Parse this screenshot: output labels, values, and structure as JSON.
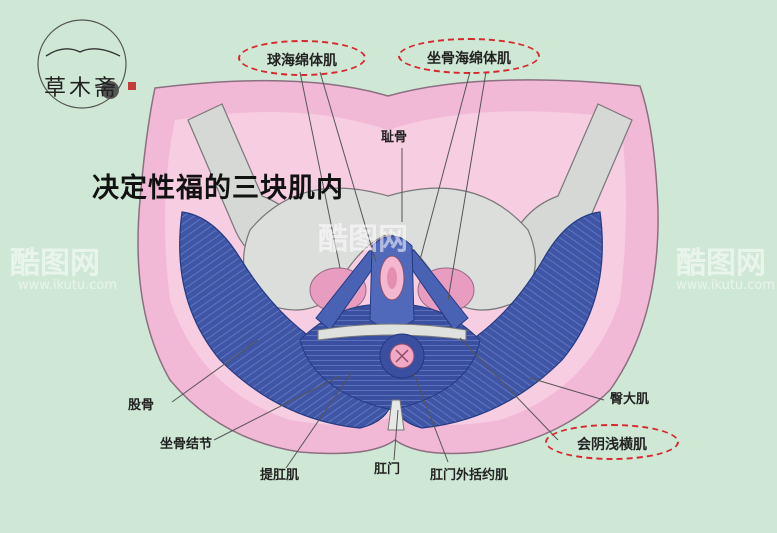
{
  "headline": "决定性福的三块肌内",
  "logo": {
    "text": "草木斋"
  },
  "watermark": {
    "brand": "酷图网",
    "url": "www.ikutu.com"
  },
  "labels": {
    "bulbospongiosus": "球海绵体肌",
    "ischiocavernosus": "坐骨海绵体肌",
    "pubis": "耻骨",
    "femur": "股骨",
    "ischial_tuberosity": "坐骨结节",
    "levator_ani": "提肛肌",
    "anus": "肛门",
    "external_sphincter": "肛门外括约肌",
    "gluteus_maximus": "臀大肌",
    "superficial_transverse": "会阴浅横肌"
  },
  "colors": {
    "background": "#cfe8d6",
    "skin": "#f2b9d6",
    "muscle": "#3d55a8",
    "bone": "#d6d8d6",
    "highlight_ring": "#d9262b"
  }
}
